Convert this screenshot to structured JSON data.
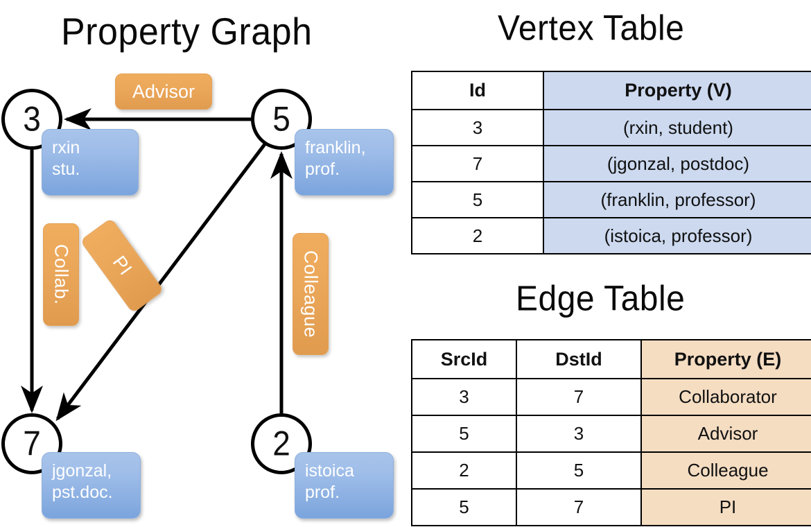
{
  "titles": {
    "property_graph": "Property Graph",
    "vertex_table": "Vertex Table",
    "edge_table": "Edge Table"
  },
  "graph": {
    "vertices": [
      {
        "id": "3",
        "property_label": "rxin\nstu."
      },
      {
        "id": "5",
        "property_label": "franklin,\nprof."
      },
      {
        "id": "7",
        "property_label": "jgonzal,\npst.doc."
      },
      {
        "id": "2",
        "property_label": "istoica\nprof."
      }
    ],
    "vertex_labels": {
      "v3": "3",
      "v5": "5",
      "v7": "7",
      "v2": "2"
    },
    "property_boxes": {
      "rxin_line1": "rxin",
      "rxin_line2": "stu.",
      "franklin_line1": "franklin,",
      "franklin_line2": "prof.",
      "jgonzal_line1": "jgonzal,",
      "jgonzal_line2": "pst.doc.",
      "istoica_line1": "istoica",
      "istoica_line2": "prof."
    },
    "edge_labels": {
      "advisor": "Advisor",
      "collab": "Collab.",
      "pi": "PI",
      "colleague": "Colleague"
    },
    "edges": [
      {
        "from": "5",
        "to": "3",
        "label": "Advisor"
      },
      {
        "from": "3",
        "to": "7",
        "label": "Collab."
      },
      {
        "from": "5",
        "to": "7",
        "label": "PI"
      },
      {
        "from": "2",
        "to": "5",
        "label": "Colleague"
      }
    ]
  },
  "vertex_table": {
    "headers": [
      "Id",
      "Property (V)"
    ],
    "rows": [
      [
        "3",
        "(rxin, student)"
      ],
      [
        "7",
        "(jgonzal, postdoc)"
      ],
      [
        "5",
        "(franklin, professor)"
      ],
      [
        "2",
        "(istoica, professor)"
      ]
    ]
  },
  "edge_table": {
    "headers": [
      "SrcId",
      "DstId",
      "Property (E)"
    ],
    "rows": [
      [
        "3",
        "7",
        "Collaborator"
      ],
      [
        "5",
        "3",
        "Advisor"
      ],
      [
        "2",
        "5",
        "Colleague"
      ],
      [
        "5",
        "7",
        "PI"
      ]
    ]
  },
  "colors": {
    "vertex_property_blue": "#9dbce8",
    "edge_property_orange": "#eba75a",
    "vertex_table_fill": "#ccd9ef",
    "edge_table_fill": "#f5ddc2",
    "stroke": "#000000"
  }
}
